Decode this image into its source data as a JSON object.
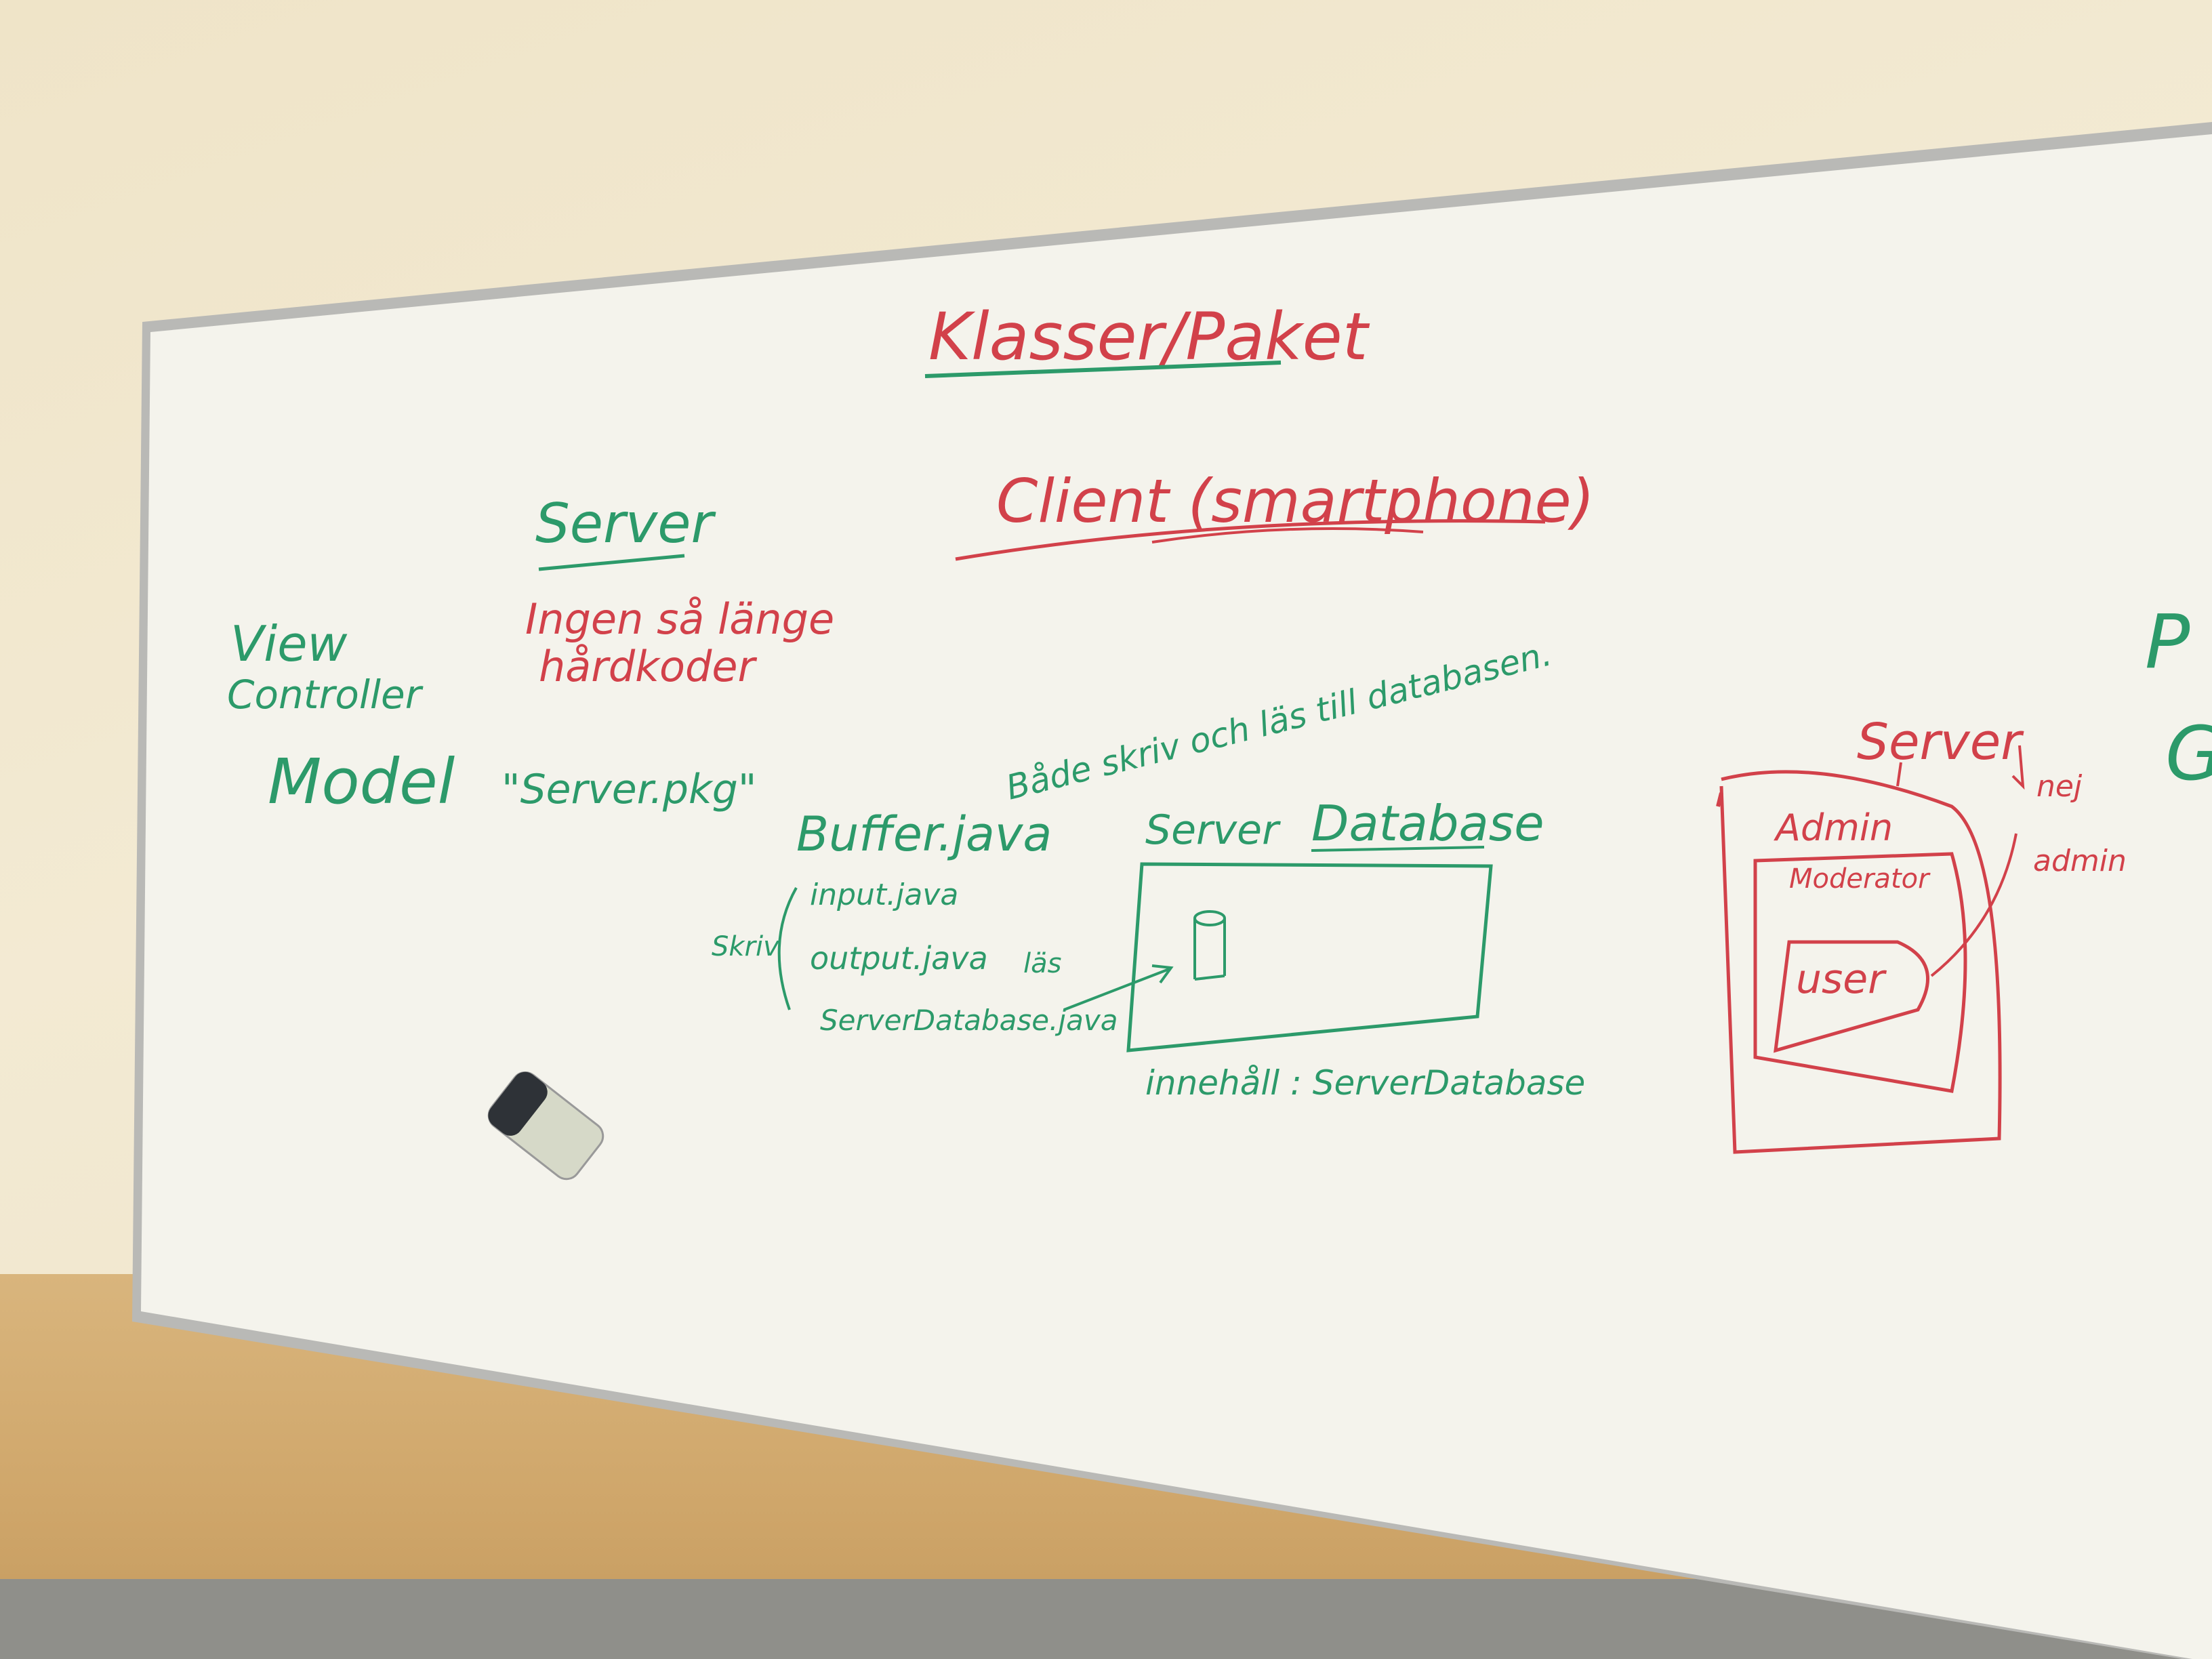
{
  "colors": {
    "ink_red": "#d2414a",
    "ink_green": "#2c9a6a",
    "board": "#f4f3ec",
    "frame": "#b9b9b6"
  },
  "whiteboard": {
    "heading": "Klasser/Paket",
    "server_heading": "Server",
    "client_heading": "Client (smartphone)",
    "mvc_view": "View",
    "mvc_controller": "Controller",
    "mvc_model": "Model",
    "server_note_line1": "Ingen så länge",
    "server_note_line2": "hårdkoder",
    "server_pkg": "\"Server.pkg\"",
    "buffer_label": "Buffer.java",
    "rw_note": "Både skriv och läs till databasen.",
    "server_db_left": "Server",
    "server_db_right": "Database",
    "skriv": "Skriv",
    "files": [
      "input.java",
      "output.java",
      "ServerDatabase.java"
    ],
    "las": "läs",
    "contents": "innehåll : ServerDatabase",
    "roles_server": "Server",
    "nej": "nej",
    "admin_note": "admin",
    "role_admin": "Admin",
    "role_moderator": "Moderator",
    "role_user": "user",
    "edge_letter_1": "P",
    "edge_letter_2": "G"
  },
  "eraser_icon": "whiteboard-eraser"
}
